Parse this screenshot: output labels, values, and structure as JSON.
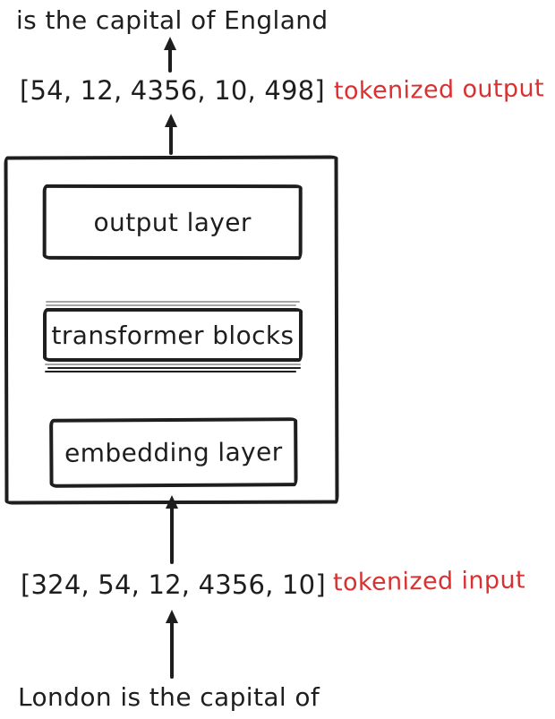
{
  "colors": {
    "ink": "#1e1e1e",
    "accent_red": "#d93131",
    "background": "#ffffff"
  },
  "icons": {
    "up_arrow": "triangle-up"
  },
  "flow": {
    "decoded_output_text": "is the capital of England",
    "tokenized_output": {
      "values": "[54, 12, 4356, 10, 498]",
      "label": "tokenized output"
    },
    "model": {
      "layers": [
        {
          "label": "output layer"
        },
        {
          "label": "transformer blocks"
        },
        {
          "label": "embedding layer"
        }
      ]
    },
    "tokenized_input": {
      "values": "[324, 54, 12, 4356, 10]",
      "label": "tokenized input"
    },
    "input_text": "London is the capital of"
  }
}
